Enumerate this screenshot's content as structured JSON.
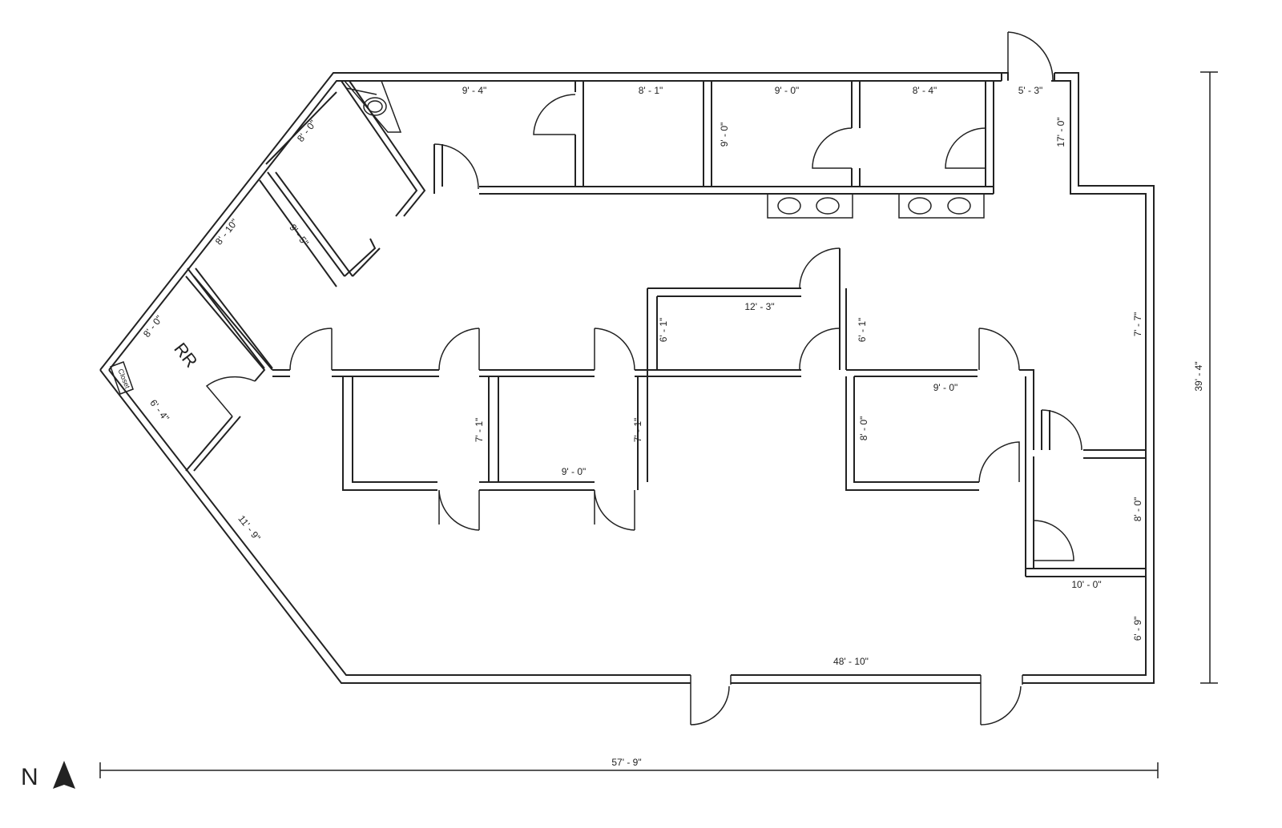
{
  "plan": {
    "room_labels": {
      "restroom": "RR",
      "closet": "Closet"
    },
    "dimensions": {
      "top_room_1_width": "9' - 4\"",
      "top_room_2_width": "8' - 1\"",
      "top_room_3_width": "9' - 0\"",
      "top_room_3_depth": "9' - 0\"",
      "top_room_4_width": "8' - 4\"",
      "corridor_end_width": "5' - 3\"",
      "corridor_end_depth": "17' - 0\"",
      "angled_room_1": "8' - 0\"",
      "angled_room_2_wall": "8' - 10\"",
      "angled_room_2_depth": "9' - 5\"",
      "restroom_width": "8' - 0\"",
      "restroom_depth": "6' - 4\"",
      "southwest_wall": "11' - 9\"",
      "center_room_1_depth": "7' - 1\"",
      "center_room_2_depth": "7' - 1\"",
      "center_room_2_width": "9' - 0\"",
      "hall_width": "12' - 3\"",
      "hall_depth_left": "6' - 1\"",
      "hall_depth_right": "6' - 1\"",
      "east_room_width": "9' - 0\"",
      "east_room_depth": "8' - 0\"",
      "east_wall_upper": "7' - 7\"",
      "east_office_depth": "8' - 0\"",
      "east_office_width": "10' - 0\"",
      "east_wall_lower": "6' - 9\"",
      "south_wall": "48' - 10\"",
      "overall_width": "57' - 9\"",
      "overall_depth": "39' - 4\""
    },
    "compass": {
      "label": "N",
      "icon": "north-arrow-icon"
    }
  }
}
